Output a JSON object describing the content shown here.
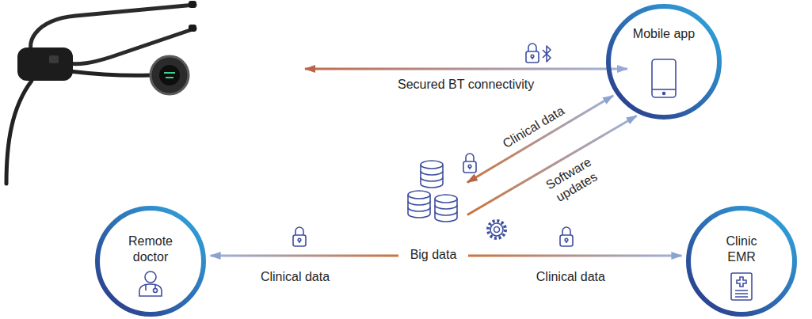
{
  "diagram": {
    "nodes": [
      {
        "text": [
          "Mobile app"
        ]
      },
      {
        "text": [
          "Big data"
        ]
      },
      {
        "text": [
          "Remote doctor"
        ]
      },
      {
        "text": [
          "Clinic EMR"
        ]
      }
    ],
    "edges": [
      {
        "from": 1,
        "to": 0,
        "label": "Clinical data",
        "arrow": "both"
      },
      {
        "from": 1,
        "to": 0,
        "label": "Software updates",
        "arrow": "to"
      },
      {
        "from": 1,
        "to": 2,
        "label": "Clinical data",
        "arrow": "to"
      },
      {
        "from": 1,
        "to": 3,
        "label": "Clinical data",
        "arrow": "to"
      }
    ],
    "labels": [
      "Secured BT connectivity"
    ]
  }
}
